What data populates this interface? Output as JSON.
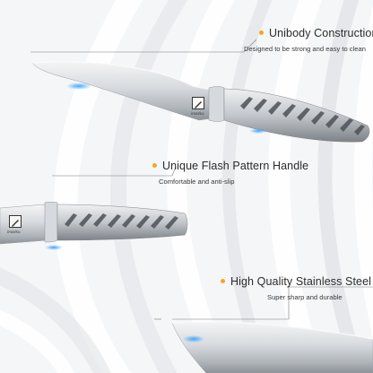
{
  "features": [
    {
      "title": "Unibody Construction",
      "subtitle": "Designed to be strong and easy to clean",
      "accent": "#f5a623"
    },
    {
      "title": "Unique Flash Pattern Handle",
      "subtitle": "Comfortable and anti-slip",
      "accent": "#f5a623"
    },
    {
      "title": "High Quality Stainless Steel",
      "subtitle": "Super sharp and durable",
      "accent": "#f5a623"
    }
  ],
  "brand": {
    "name": "imarku"
  },
  "colors": {
    "background": "#f5f6f7",
    "accent": "#f5a623",
    "edge_glow": "#1e8fff",
    "steel": "#c9cdd2"
  }
}
